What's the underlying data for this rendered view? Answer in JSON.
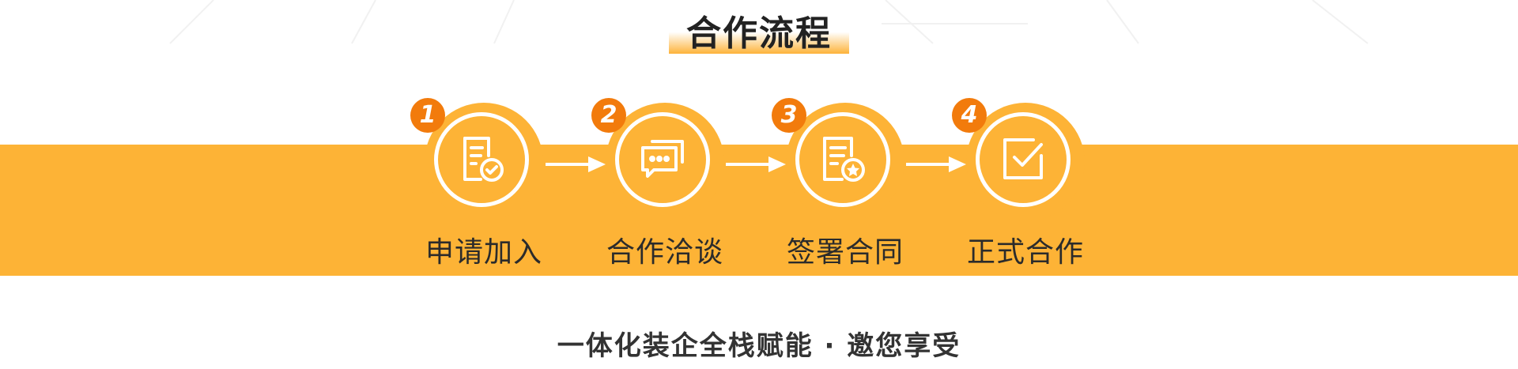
{
  "section": {
    "title": "合作流程"
  },
  "steps": [
    {
      "number": "1",
      "label": "申请加入",
      "icon": "application-form-icon"
    },
    {
      "number": "2",
      "label": "合作洽谈",
      "icon": "chat-bubbles-icon"
    },
    {
      "number": "3",
      "label": "签署合同",
      "icon": "contract-star-icon"
    },
    {
      "number": "4",
      "label": "正式合作",
      "icon": "checkbox-checked-icon"
    }
  ],
  "slogan": "一体化装企全栈赋能 · 邀您享受",
  "colors": {
    "band": "#fdb336",
    "badge": "#f27b0c",
    "text": "#2b2b2b"
  }
}
